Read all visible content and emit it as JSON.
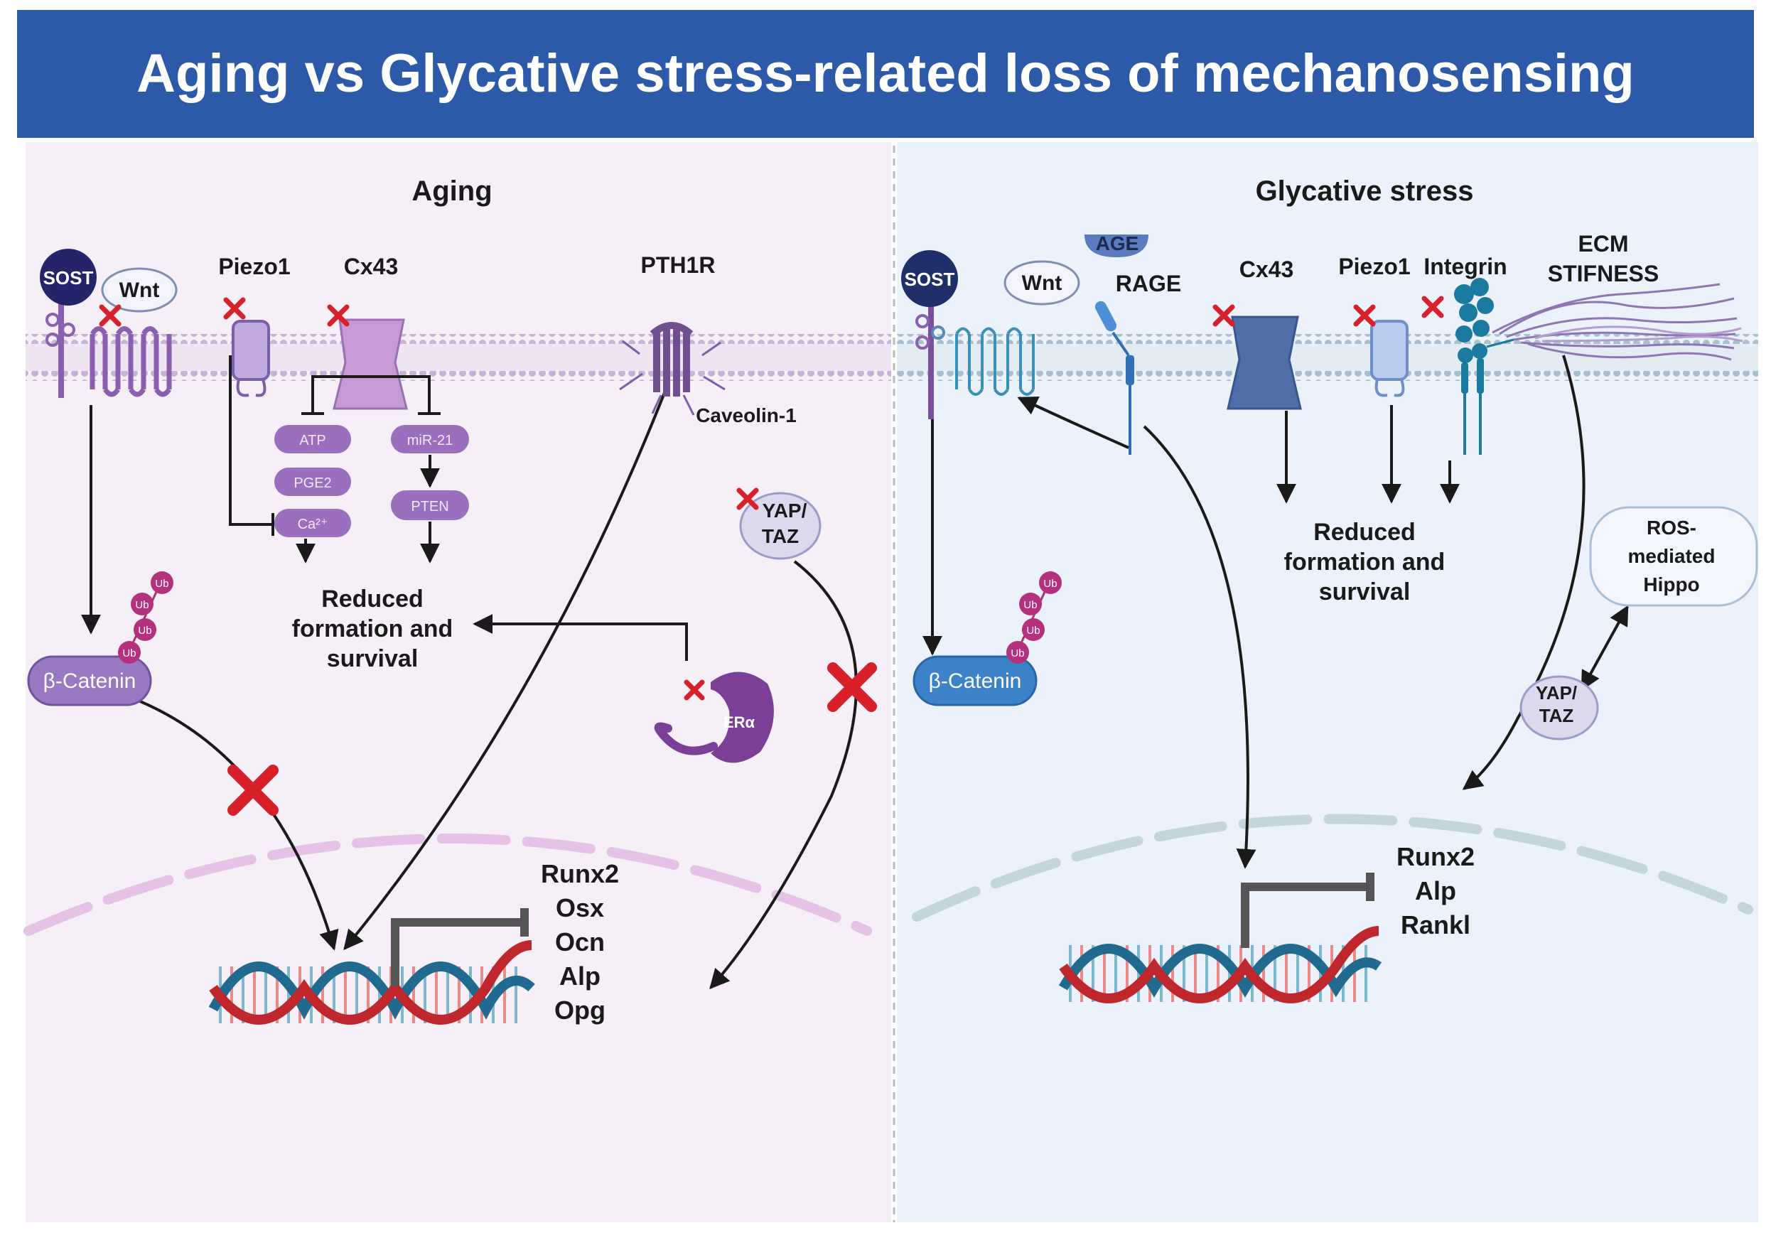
{
  "title": "Aging vs Glycative stress-related loss of mechanosensing",
  "panels": {
    "aging": {
      "heading": "Aging",
      "labels": {
        "sost": "SOST",
        "wnt": "Wnt",
        "piezo1": "Piezo1",
        "cx43": "Cx43",
        "pth1r": "PTH1R",
        "caveolin": "Caveolin-1",
        "atp": "ATP",
        "pge2": "PGE2",
        "ca": "Ca²⁺",
        "mir21": "miR-21",
        "pten": "PTEN",
        "reduced": [
          "Reduced",
          "formation and",
          "survival"
        ],
        "yaptaz": [
          "YAP/",
          "TAZ"
        ],
        "era": "ERα",
        "betacatenin": "β-Catenin",
        "ub": "Ub",
        "genes": [
          "Runx2",
          "Osx",
          "Ocn",
          "Alp",
          "Opg"
        ]
      }
    },
    "glycative": {
      "heading": "Glycative stress",
      "labels": {
        "sost": "SOST",
        "wnt": "Wnt",
        "age": "AGE",
        "rage": "RAGE",
        "cx43": "Cx43",
        "piezo1": "Piezo1",
        "integrin": "Integrin",
        "ecm": [
          "ECM",
          "STIFNESS"
        ],
        "reduced": [
          "Reduced",
          "formation and",
          "survival"
        ],
        "ros": [
          "ROS-",
          "mediated",
          "Hippo"
        ],
        "yaptaz": [
          "YAP/",
          "TAZ"
        ],
        "betacatenin": "β-Catenin",
        "ub": "Ub",
        "genes": [
          "Runx2",
          "Alp",
          "Rankl"
        ]
      }
    }
  },
  "colors": {
    "banner": "#2d5aa8",
    "aging_bg": "#f5eef7",
    "glycative_bg": "#eaf1fb",
    "purple": "#8a5fb0",
    "purple_dark": "#5b3b80",
    "blue": "#3b78c0",
    "teal": "#1d6e8c",
    "inhibit_red": "#d8202a",
    "dna_red": "#c0272d",
    "dna_blue": "#1f6a8e"
  }
}
